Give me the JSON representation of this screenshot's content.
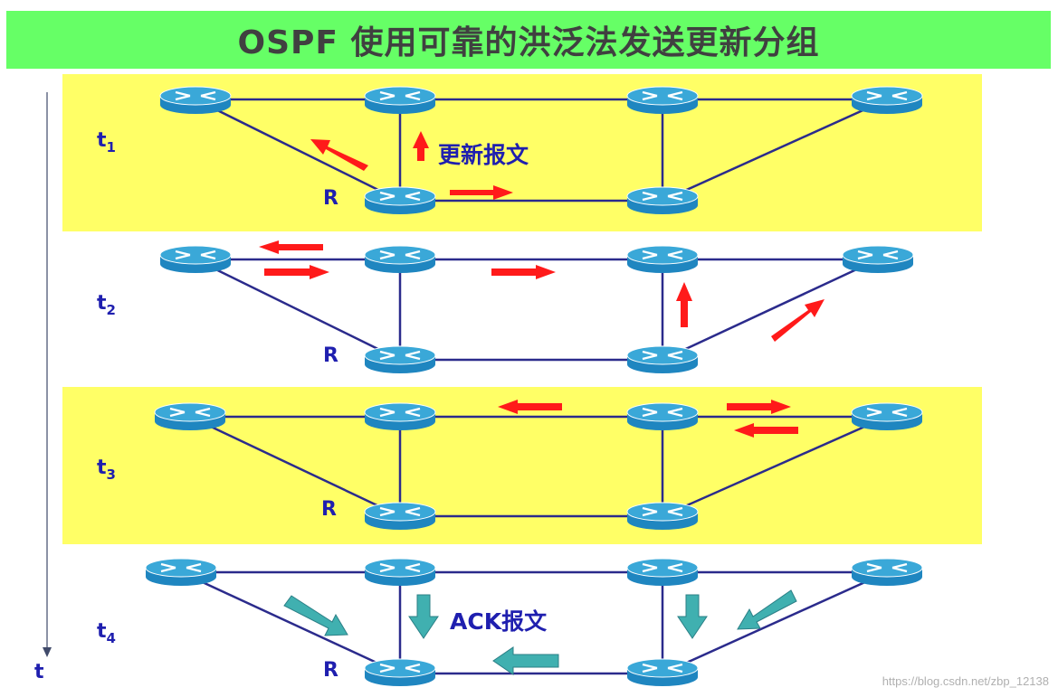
{
  "title": "OSPF 使用可靠的洪泛法发送更新分组",
  "colors": {
    "title_bg": "#66ff66",
    "band_bg": "#ffff66",
    "link": "#2b2b8c",
    "label": "#1f1faf",
    "update_arrow": "#ff1a1a",
    "ack_arrow": "#40b0b0",
    "router_top": "#3aa8d8",
    "router_side": "#1f86c0"
  },
  "time_axis_label": "t",
  "router_label": "R",
  "panels": [
    {
      "time": "t",
      "sub": "1",
      "annotation": "更新报文"
    },
    {
      "time": "t",
      "sub": "2",
      "annotation": ""
    },
    {
      "time": "t",
      "sub": "3",
      "annotation": ""
    },
    {
      "time": "t",
      "sub": "4",
      "annotation": "ACK报文"
    }
  ],
  "watermark": "https://blog.csdn.net/zbp_12138"
}
